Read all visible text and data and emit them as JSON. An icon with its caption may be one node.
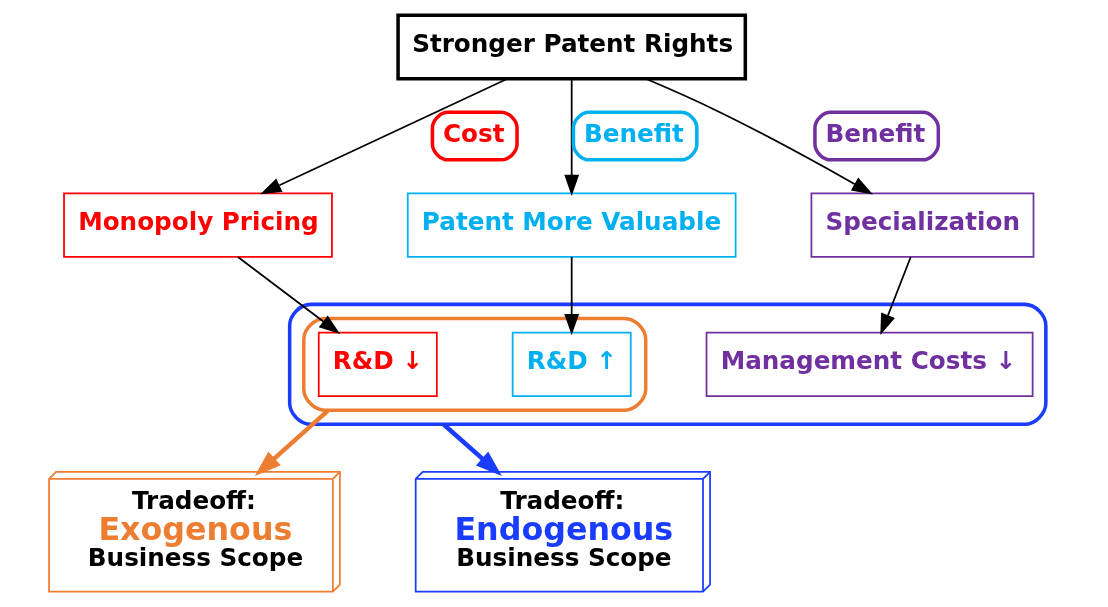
{
  "diagram": {
    "nodes": [
      {
        "text": [
          "Stronger Patent Rights"
        ]
      },
      {
        "text": [
          "Monopoly Pricing"
        ]
      },
      {
        "text": [
          "Patent More Valuable"
        ]
      },
      {
        "text": [
          "Specialization"
        ]
      },
      {
        "text": [],
        "shape": "box"
      },
      {
        "text": [],
        "shape": "box",
        "in": 4
      },
      {
        "text": [
          "R&D ↓"
        ],
        "in": 5
      },
      {
        "text": [
          "R&D ↑"
        ],
        "in": 5
      },
      {
        "text": [
          "Management Costs ↓"
        ],
        "in": 4
      },
      {
        "text": [
          "Tradeoff:",
          "Exogenous",
          "Business Scope"
        ]
      },
      {
        "text": [
          "Tradeoff:",
          "Endogenous",
          "Business Scope"
        ]
      }
    ],
    "edges": [
      {
        "from": 0,
        "to": 1,
        "arrow": "to",
        "label": "Cost"
      },
      {
        "from": 0,
        "to": 2,
        "arrow": "to",
        "label": "Benefit"
      },
      {
        "from": 0,
        "to": 3,
        "arrow": "to",
        "label": "Benefit"
      },
      {
        "from": 1,
        "to": 6,
        "arrow": "to"
      },
      {
        "from": 2,
        "to": 7,
        "arrow": "to"
      },
      {
        "from": 3,
        "to": 8,
        "arrow": "to"
      },
      {
        "from": 5,
        "to": 9,
        "arrow": "to",
        "style": "thick",
        "color": "#ed7d31"
      },
      {
        "from": 4,
        "to": 10,
        "arrow": "to",
        "style": "thick",
        "color": "#1a3cff"
      }
    ]
  }
}
